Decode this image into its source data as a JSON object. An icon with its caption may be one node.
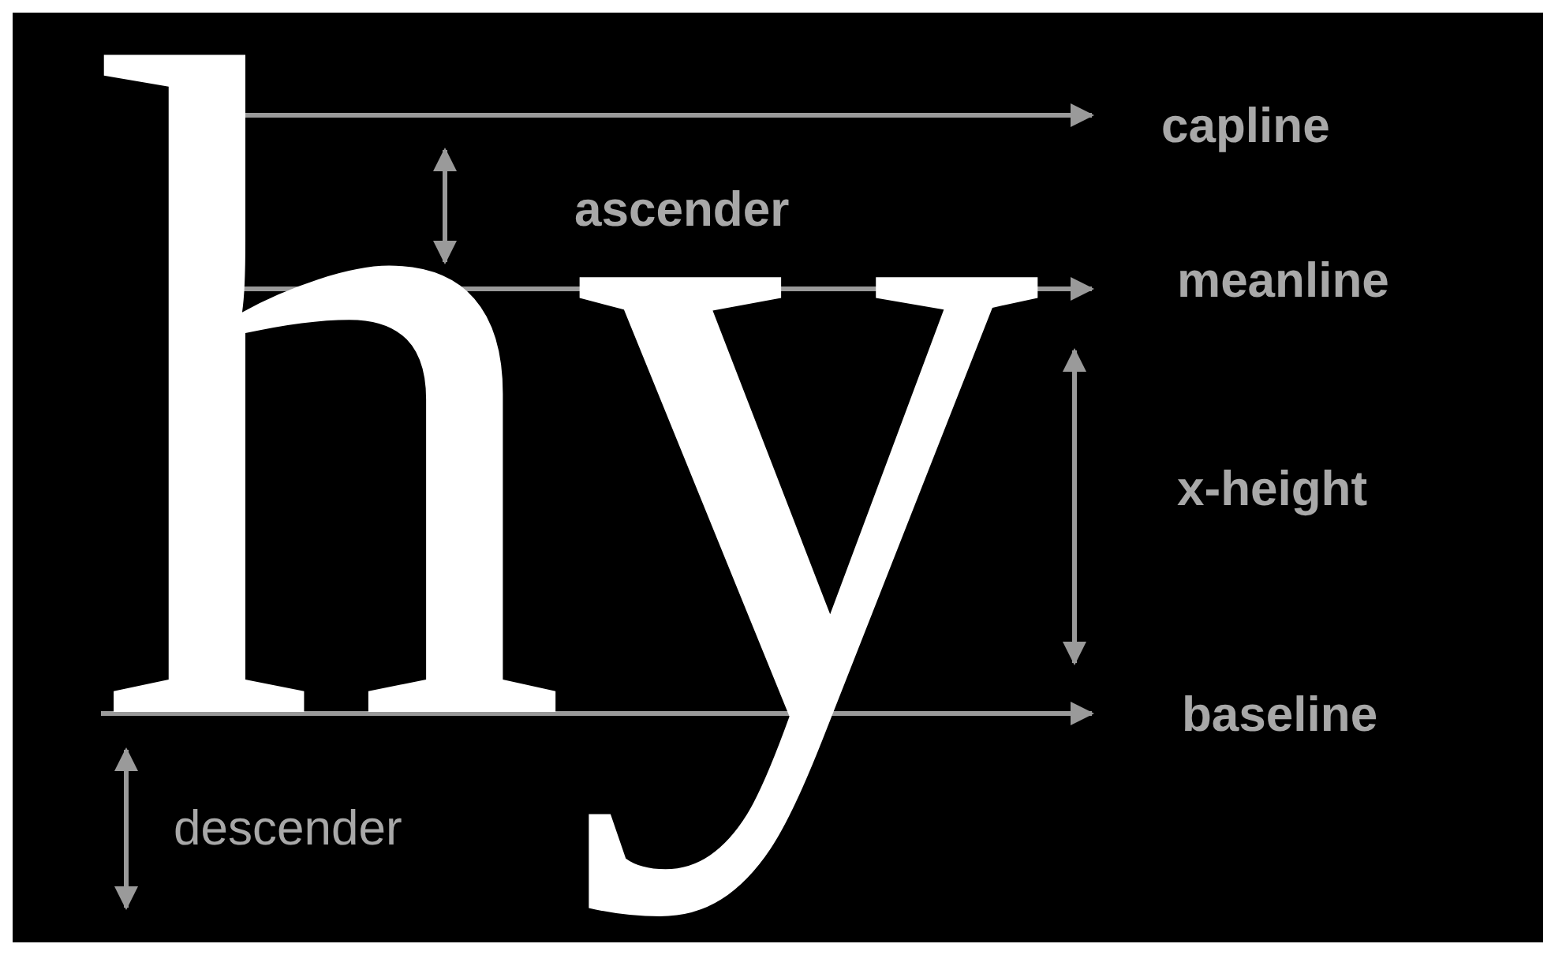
{
  "diagram": {
    "labels": [
      "h",
      "y",
      "capline",
      "ascender",
      "meanline",
      "x-height",
      "baseline",
      "descender"
    ]
  }
}
